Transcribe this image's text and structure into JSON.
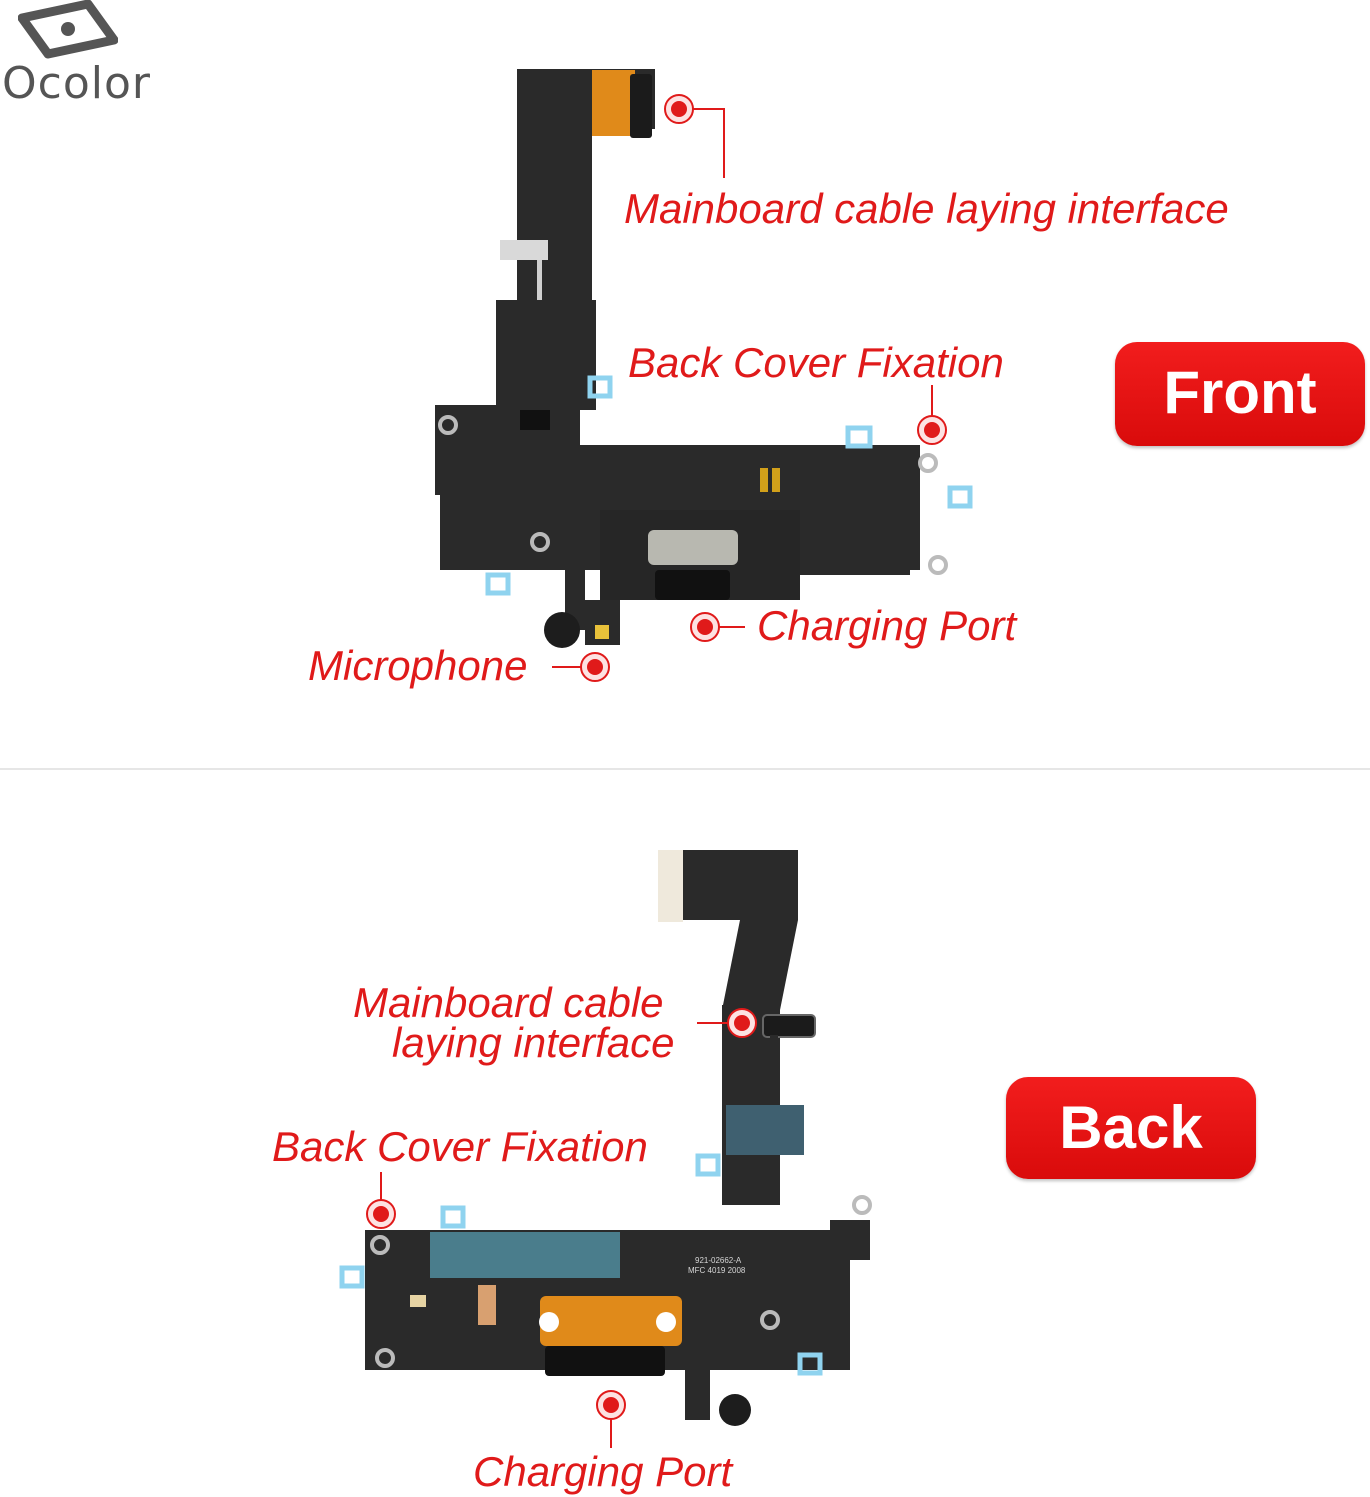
{
  "brand": {
    "name": "Ocolor",
    "logo_icon": "eye-in-frame-icon"
  },
  "colors": {
    "callout": "#e01a1a",
    "badge": "#e31414",
    "cable": "#2a2a2a",
    "connector": "#e08a1a"
  },
  "front": {
    "badge": "Front",
    "callouts": {
      "mainboard": "Mainboard cable laying interface",
      "back_cover": "Back Cover Fixation",
      "charging_port": "Charging Port",
      "microphone": "Microphone"
    }
  },
  "back": {
    "badge": "Back",
    "callouts": {
      "mainboard_line1": "Mainboard cable",
      "mainboard_line2": "laying interface",
      "back_cover": "Back Cover Fixation",
      "charging_port": "Charging Port"
    },
    "board_print_line1": "921-02662-A",
    "board_print_line2": "MFC 4019 2008"
  }
}
